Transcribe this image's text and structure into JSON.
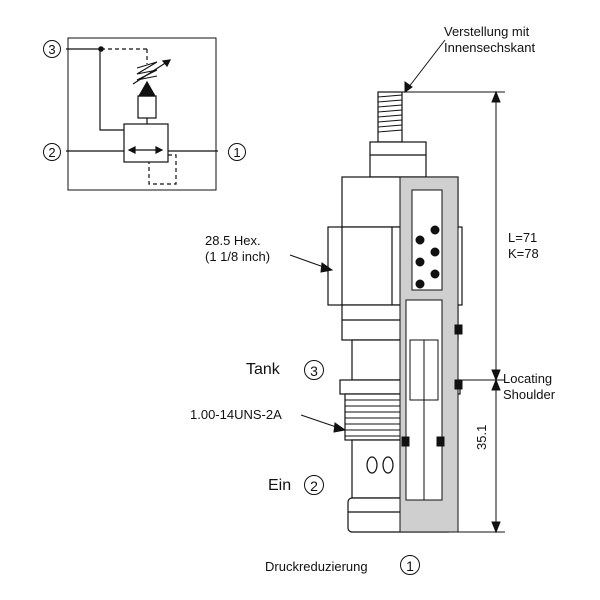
{
  "schematic": {
    "port_3": "3",
    "port_2": "2",
    "port_1": "1"
  },
  "labels": {
    "adjustment_line1": "Verstellung mit",
    "adjustment_line2": "Innensechskant",
    "hex_line1": "28.5 Hex.",
    "hex_line2": "(1 1/8 inch)",
    "length_L": "L=71",
    "length_K": "K=78",
    "tank": "Tank",
    "tank_num": "3",
    "locating_line1": "Locating",
    "locating_line2": "Shoulder",
    "thread": "1.00-14UNS-2A",
    "ein": "Ein",
    "ein_num": "2",
    "dim_35": "35.1",
    "pressure_reducing": "Druckreduzierung",
    "pressure_num": "1"
  }
}
